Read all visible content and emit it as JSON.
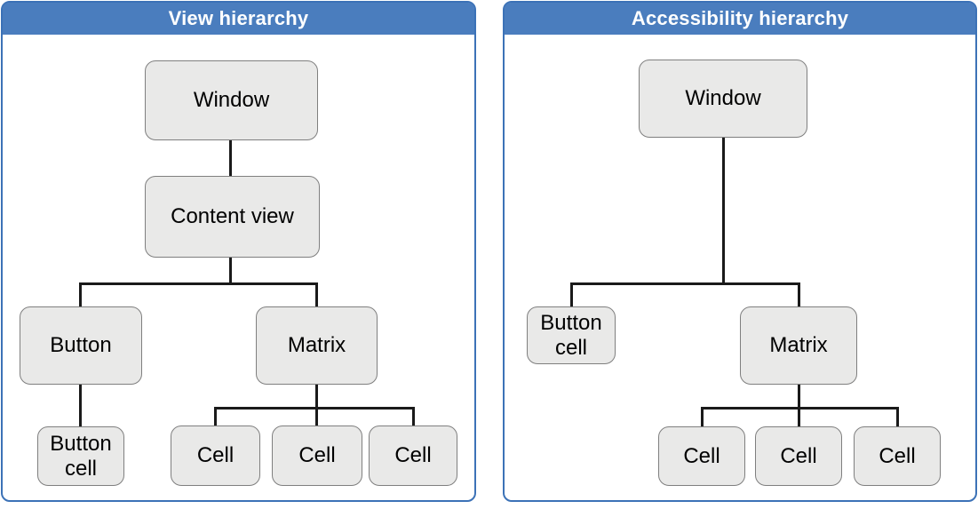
{
  "panels": [
    {
      "title": "View hierarchy",
      "nodes": {
        "window": "Window",
        "content_view": "Content view",
        "button": "Button",
        "matrix": "Matrix",
        "button_cell": "Button cell",
        "cells": [
          "Cell",
          "Cell",
          "Cell"
        ]
      }
    },
    {
      "title": "Accessibility hierarchy",
      "nodes": {
        "window": "Window",
        "button_cell": "Button cell",
        "matrix": "Matrix",
        "cells": [
          "Cell",
          "Cell",
          "Cell"
        ]
      }
    }
  ],
  "colors": {
    "header_blue": "#4A7DBE",
    "panel_border_blue": "#3C72B7",
    "node_fill": "#E9E9E8",
    "node_border": "#7F7F7F",
    "connector_black": "#1A1A1A",
    "header_text": "#FFFFFF",
    "node_text": "#000000"
  }
}
